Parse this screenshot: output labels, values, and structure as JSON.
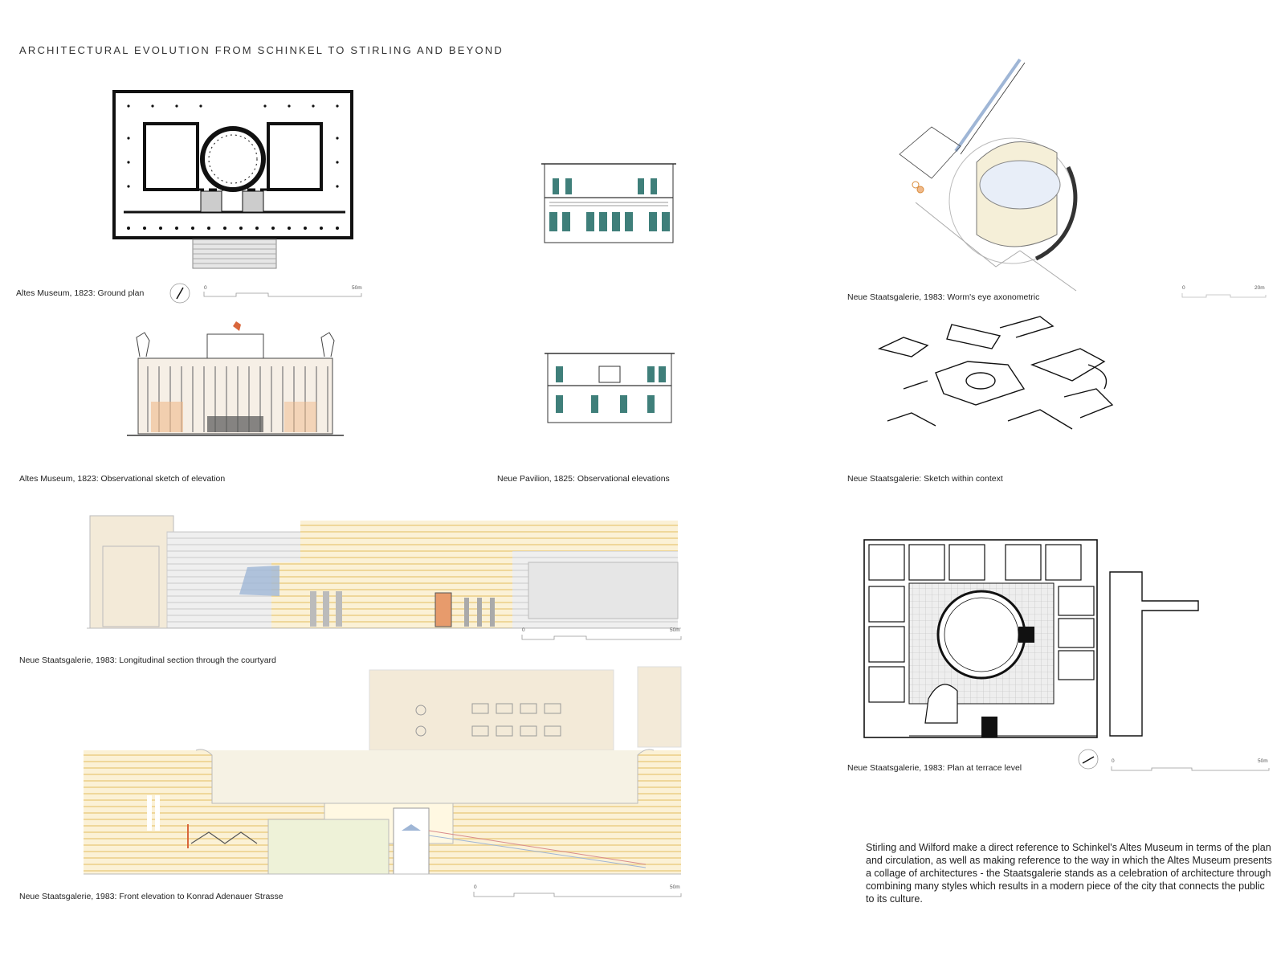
{
  "title": "ARCHITECTURAL EVOLUTION FROM SCHINKEL TO STIRLING AND BEYOND",
  "captions": {
    "altes_plan": "Altes Museum, 1823: Ground plan",
    "altes_elevation": "Altes Museum, 1823: Observational sketch of elevation",
    "neue_pavilion": "Neue Pavilion, 1825: Observational elevations",
    "worms_eye": "Neue Staatsgalerie, 1983: Worm's eye axonometric",
    "context_sketch": "Neue Staatsgalerie: Sketch within context",
    "longitudinal": "Neue Staatsgalerie, 1983: Longitudinal section through the courtyard",
    "front_elevation": "Neue Staatsgalerie, 1983: Front elevation to Konrad Adenauer Strasse",
    "terrace_plan": "Neue Staatsgalerie, 1983: Plan at terrace level"
  },
  "scales": {
    "altes_plan": {
      "start": "0",
      "end": "50m"
    },
    "worms_eye": {
      "start": "0",
      "end": "20m"
    },
    "longitudinal": {
      "start": "0",
      "end": "50m"
    },
    "front_elevation": {
      "start": "0",
      "end": "50m"
    },
    "terrace_plan": {
      "start": "0",
      "end": "50m"
    }
  },
  "description": "Stirling and Wilford make a direct reference to Schinkel's Altes Museum in terms of the plan and circulation, as well as making reference to the way in which the Altes Museum presents a collage of architectures - the Staatsgalerie stands as a celebration of architecture through combining many styles which results in a modern piece of the city that connects the public to its culture.",
  "colors": {
    "ink": "#111111",
    "sandstone": "#efd79a",
    "travertine": "#f3ead8",
    "grey_stone": "#dcdcdc",
    "glass": "#9fb6d6",
    "accent_red": "#d9663b",
    "teal_shutter": "#3f7f7a"
  }
}
